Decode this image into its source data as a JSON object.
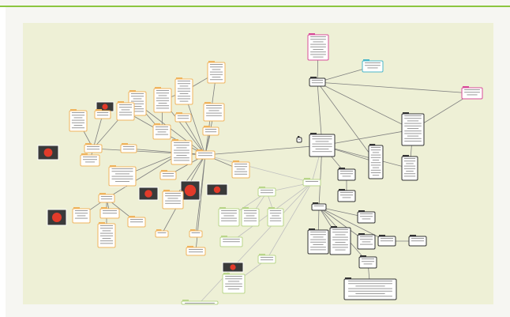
{
  "diagram": {
    "title": "",
    "colors": {
      "page_background": "#f6f6f2",
      "canvas_background": "#eef0d6",
      "accent_rule": "#8cc63f",
      "edge": "#7f7f7f",
      "edge_light": "#bfbfbf",
      "node_orange": "#f0b45e",
      "node_dark": "#333333",
      "node_pink": "#d84d9a",
      "node_cyan": "#4cb7c9",
      "node_green": "#b9d68a",
      "node_fill": "#ffffff"
    },
    "nodes": [
      {
        "id": "center",
        "label": "",
        "style": "orange"
      },
      {
        "id": "n1",
        "label": "",
        "style": "orange"
      },
      {
        "id": "n2",
        "label": "",
        "style": "orange"
      },
      {
        "id": "n3",
        "label": "",
        "style": "orange"
      },
      {
        "id": "n4",
        "label": "",
        "style": "orange"
      },
      {
        "id": "n5",
        "label": "",
        "style": "orange"
      },
      {
        "id": "n6",
        "label": "",
        "style": "orange"
      },
      {
        "id": "n7",
        "label": "",
        "style": "orange"
      },
      {
        "id": "n8",
        "label": "",
        "style": "orange"
      },
      {
        "id": "n9",
        "label": "",
        "style": "orange"
      },
      {
        "id": "n10",
        "label": "",
        "style": "orange"
      },
      {
        "id": "n11",
        "label": "",
        "style": "orange"
      },
      {
        "id": "n12",
        "label": "",
        "style": "orange"
      },
      {
        "id": "n13",
        "label": "",
        "style": "orange"
      },
      {
        "id": "n14",
        "label": "",
        "style": "orange"
      },
      {
        "id": "n15",
        "label": "",
        "style": "orange"
      },
      {
        "id": "n16",
        "label": "",
        "style": "orange"
      },
      {
        "id": "n17",
        "label": "",
        "style": "orange"
      },
      {
        "id": "n18",
        "label": "",
        "style": "orange"
      },
      {
        "id": "n19",
        "label": "",
        "style": "orange"
      },
      {
        "id": "n20",
        "label": "",
        "style": "orange"
      },
      {
        "id": "n21",
        "label": "",
        "style": "orange"
      },
      {
        "id": "n22",
        "label": "",
        "style": "orange"
      },
      {
        "id": "n23",
        "label": "",
        "style": "orange"
      },
      {
        "id": "n24",
        "label": "",
        "style": "orange"
      },
      {
        "id": "n25",
        "label": "",
        "style": "orange"
      },
      {
        "id": "n26",
        "label": "",
        "style": "orange"
      },
      {
        "id": "n27",
        "label": "",
        "style": "orange"
      },
      {
        "id": "d1",
        "label": "",
        "style": "dark"
      },
      {
        "id": "d2",
        "label": "",
        "style": "dark"
      },
      {
        "id": "d3",
        "label": "",
        "style": "dark"
      },
      {
        "id": "d4",
        "label": "",
        "style": "dark"
      },
      {
        "id": "d5",
        "label": "",
        "style": "dark"
      },
      {
        "id": "d6",
        "label": "",
        "style": "dark"
      },
      {
        "id": "d7",
        "label": "",
        "style": "dark"
      },
      {
        "id": "d8",
        "label": "",
        "style": "dark"
      },
      {
        "id": "d9",
        "label": "",
        "style": "dark"
      },
      {
        "id": "d10",
        "label": "",
        "style": "dark"
      },
      {
        "id": "d11",
        "label": "",
        "style": "dark"
      },
      {
        "id": "d12",
        "label": "",
        "style": "dark"
      },
      {
        "id": "d13",
        "label": "",
        "style": "dark"
      },
      {
        "id": "d14",
        "label": "",
        "style": "dark"
      },
      {
        "id": "d15",
        "label": "",
        "style": "dark"
      },
      {
        "id": "d16",
        "label": "",
        "style": "dark"
      },
      {
        "id": "d17",
        "label": "",
        "style": "dark"
      },
      {
        "id": "p1",
        "label": "",
        "style": "pink"
      },
      {
        "id": "p2",
        "label": "",
        "style": "pink"
      },
      {
        "id": "c1",
        "label": "",
        "style": "cyan"
      },
      {
        "id": "g1",
        "label": "",
        "style": "green"
      },
      {
        "id": "g2",
        "label": "",
        "style": "green"
      },
      {
        "id": "g3",
        "label": "",
        "style": "green"
      },
      {
        "id": "g4",
        "label": "",
        "style": "green"
      },
      {
        "id": "g5",
        "label": "",
        "style": "green"
      },
      {
        "id": "g6",
        "label": "",
        "style": "green"
      },
      {
        "id": "g7",
        "label": "",
        "style": "green"
      },
      {
        "id": "g8",
        "label": "",
        "style": "green"
      },
      {
        "id": "g9",
        "label": "",
        "style": "green"
      }
    ]
  }
}
